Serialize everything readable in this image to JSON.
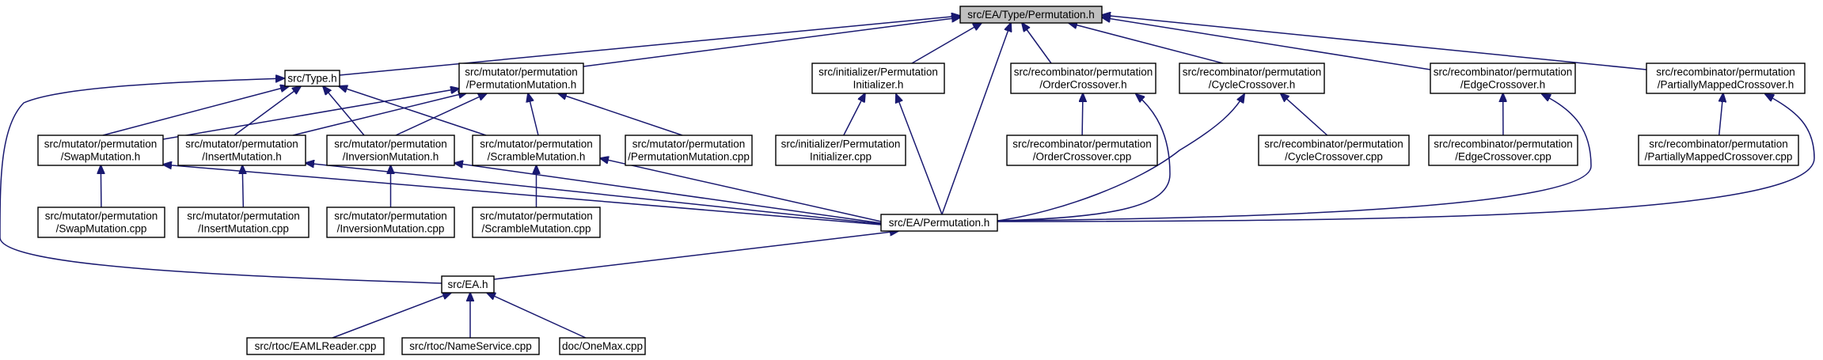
{
  "diagram": {
    "edge_color": "#191970",
    "root_fill": "#bfbfbf",
    "nodes": [
      {
        "id": "root",
        "lines": [
          "src/EA/Type/Permutation.h"
        ],
        "root": true
      },
      {
        "id": "type_h",
        "lines": [
          "src/Type.h"
        ]
      },
      {
        "id": "perm_mut_h",
        "lines": [
          "src/mutator/permutation",
          "/PermutationMutation.h"
        ]
      },
      {
        "id": "perm_init_h",
        "lines": [
          "src/initializer/Permutation",
          "Initializer.h"
        ]
      },
      {
        "id": "order_x_h",
        "lines": [
          "src/recombinator/permutation",
          "/OrderCrossover.h"
        ]
      },
      {
        "id": "cycle_x_h",
        "lines": [
          "src/recombinator/permutation",
          "/CycleCrossover.h"
        ]
      },
      {
        "id": "edge_x_h",
        "lines": [
          "src/recombinator/permutation",
          "/EdgeCrossover.h"
        ]
      },
      {
        "id": "pmx_h",
        "lines": [
          "src/recombinator/permutation",
          "/PartiallyMappedCrossover.h"
        ]
      },
      {
        "id": "swap_h",
        "lines": [
          "src/mutator/permutation",
          "/SwapMutation.h"
        ]
      },
      {
        "id": "insert_h",
        "lines": [
          "src/mutator/permutation",
          "/InsertMutation.h"
        ]
      },
      {
        "id": "inversion_h",
        "lines": [
          "src/mutator/permutation",
          "/InversionMutation.h"
        ]
      },
      {
        "id": "scramble_h",
        "lines": [
          "src/mutator/permutation",
          "/ScrambleMutation.h"
        ]
      },
      {
        "id": "perm_mut_cpp",
        "lines": [
          "src/mutator/permutation",
          "/PermutationMutation.cpp"
        ]
      },
      {
        "id": "perm_init_cpp",
        "lines": [
          "src/initializer/Permutation",
          "Initializer.cpp"
        ]
      },
      {
        "id": "order_x_cpp",
        "lines": [
          "src/recombinator/permutation",
          "/OrderCrossover.cpp"
        ]
      },
      {
        "id": "cycle_x_cpp",
        "lines": [
          "src/recombinator/permutation",
          "/CycleCrossover.cpp"
        ]
      },
      {
        "id": "edge_x_cpp",
        "lines": [
          "src/recombinator/permutation",
          "/EdgeCrossover.cpp"
        ]
      },
      {
        "id": "pmx_cpp",
        "lines": [
          "src/recombinator/permutation",
          "/PartiallyMappedCrossover.cpp"
        ]
      },
      {
        "id": "swap_cpp",
        "lines": [
          "src/mutator/permutation",
          "/SwapMutation.cpp"
        ]
      },
      {
        "id": "insert_cpp",
        "lines": [
          "src/mutator/permutation",
          "/InsertMutation.cpp"
        ]
      },
      {
        "id": "inversion_cpp",
        "lines": [
          "src/mutator/permutation",
          "/InversionMutation.cpp"
        ]
      },
      {
        "id": "scramble_cpp",
        "lines": [
          "src/mutator/permutation",
          "/ScrambleMutation.cpp"
        ]
      },
      {
        "id": "ea_perm_h",
        "lines": [
          "src/EA/Permutation.h"
        ]
      },
      {
        "id": "ea_h",
        "lines": [
          "src/EA.h"
        ]
      },
      {
        "id": "eaml_cpp",
        "lines": [
          "src/rtoc/EAMLReader.cpp"
        ]
      },
      {
        "id": "nameservice_cpp",
        "lines": [
          "src/rtoc/NameService.cpp"
        ]
      },
      {
        "id": "onemax_cpp",
        "lines": [
          "doc/OneMax.cpp"
        ]
      }
    ],
    "edges": [
      {
        "from": "type_h",
        "to": "root"
      },
      {
        "from": "perm_mut_h",
        "to": "root"
      },
      {
        "from": "perm_init_h",
        "to": "root"
      },
      {
        "from": "order_x_h",
        "to": "root"
      },
      {
        "from": "cycle_x_h",
        "to": "root"
      },
      {
        "from": "edge_x_h",
        "to": "root"
      },
      {
        "from": "pmx_h",
        "to": "root"
      },
      {
        "from": "ea_perm_h",
        "to": "root"
      },
      {
        "from": "swap_h",
        "to": "type_h"
      },
      {
        "from": "insert_h",
        "to": "type_h"
      },
      {
        "from": "inversion_h",
        "to": "type_h"
      },
      {
        "from": "scramble_h",
        "to": "type_h"
      },
      {
        "from": "ea_h",
        "to": "type_h"
      },
      {
        "from": "swap_h",
        "to": "perm_mut_h"
      },
      {
        "from": "insert_h",
        "to": "perm_mut_h"
      },
      {
        "from": "inversion_h",
        "to": "perm_mut_h"
      },
      {
        "from": "scramble_h",
        "to": "perm_mut_h"
      },
      {
        "from": "perm_mut_cpp",
        "to": "perm_mut_h"
      },
      {
        "from": "perm_init_cpp",
        "to": "perm_init_h"
      },
      {
        "from": "ea_perm_h",
        "to": "perm_init_h"
      },
      {
        "from": "order_x_cpp",
        "to": "order_x_h"
      },
      {
        "from": "ea_perm_h",
        "to": "order_x_h"
      },
      {
        "from": "cycle_x_cpp",
        "to": "cycle_x_h"
      },
      {
        "from": "ea_perm_h",
        "to": "cycle_x_h"
      },
      {
        "from": "edge_x_cpp",
        "to": "edge_x_h"
      },
      {
        "from": "ea_perm_h",
        "to": "edge_x_h"
      },
      {
        "from": "pmx_cpp",
        "to": "pmx_h"
      },
      {
        "from": "ea_perm_h",
        "to": "pmx_h"
      },
      {
        "from": "swap_cpp",
        "to": "swap_h"
      },
      {
        "from": "ea_perm_h",
        "to": "swap_h"
      },
      {
        "from": "insert_cpp",
        "to": "insert_h"
      },
      {
        "from": "ea_perm_h",
        "to": "insert_h"
      },
      {
        "from": "inversion_cpp",
        "to": "inversion_h"
      },
      {
        "from": "ea_perm_h",
        "to": "inversion_h"
      },
      {
        "from": "scramble_cpp",
        "to": "scramble_h"
      },
      {
        "from": "ea_perm_h",
        "to": "scramble_h"
      },
      {
        "from": "ea_h",
        "to": "ea_perm_h"
      },
      {
        "from": "eaml_cpp",
        "to": "ea_h"
      },
      {
        "from": "nameservice_cpp",
        "to": "ea_h"
      },
      {
        "from": "onemax_cpp",
        "to": "ea_h"
      }
    ]
  }
}
